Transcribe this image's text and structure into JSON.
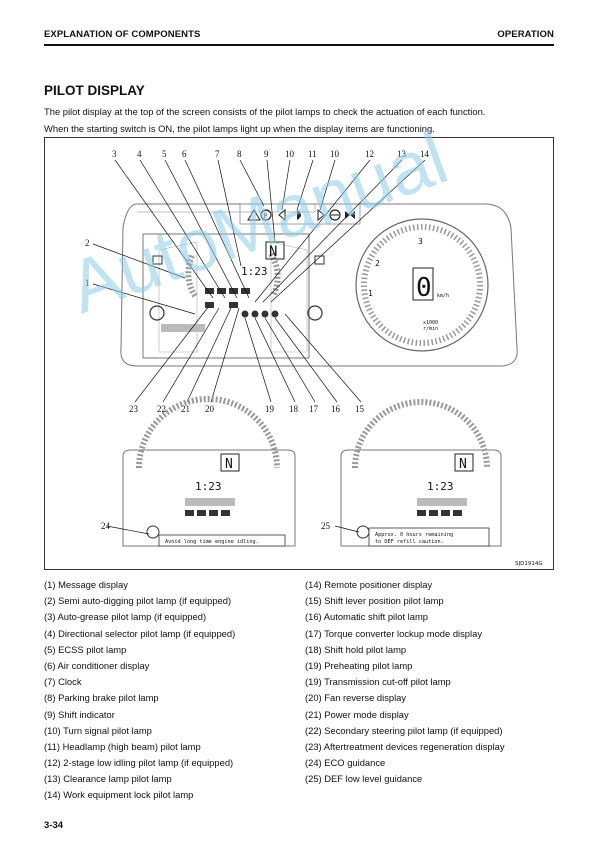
{
  "header": {
    "left": "EXPLANATION OF COMPONENTS",
    "right": "OPERATION"
  },
  "title": "PILOT DISPLAY",
  "intro": [
    "The pilot display at the top of the screen consists of the pilot lamps to check the actuation of each function.",
    "When the starting switch is ON, the pilot lamps light up when the display items are functioning."
  ],
  "figure": {
    "top_callouts": [
      "3",
      "4",
      "5",
      "6",
      "7",
      "8",
      "9",
      "10",
      "11",
      "10",
      "12",
      "13",
      "14"
    ],
    "left_callouts": [
      "2",
      "1"
    ],
    "bottom_callouts": [
      "23",
      "22",
      "21",
      "20",
      "19",
      "18",
      "17",
      "16",
      "15"
    ],
    "sub_callouts": [
      "24",
      "25"
    ],
    "clock": "1:23",
    "sub_clock_left": "1:23",
    "sub_clock_right": "1:23",
    "shift_indicator": "N",
    "speed_digit": "0",
    "speed_unit": "km/h",
    "rpm_scale": "x1000",
    "rpm_unit": "r/min",
    "gauge_labels": [
      "2",
      "3",
      "1"
    ],
    "message_left": "Avoid long time engine idling.",
    "message_right_line1": "Approx. 0 hours remaining",
    "message_right_line2": "to DEF refill caution.",
    "code": "SJD1914G",
    "watermark": "AutoManual"
  },
  "legend_left": [
    "(1) Message display",
    "(2) Semi auto-digging pilot lamp (if equipped)",
    "(3) Auto-grease pilot lamp (if equipped)",
    "(4) Directional selector pilot lamp (if equipped)",
    "(5) ECSS pilot lamp",
    "(6) Air conditioner display",
    "(7) Clock",
    "(8) Parking brake pilot lamp",
    "(9) Shift indicator",
    "(10) Turn signal pilot lamp",
    "(11) Headlamp (high beam) pilot lamp",
    "(12) 2-stage low idling pilot lamp (if equipped)",
    "(13) Clearance lamp pilot lamp",
    "(14) Work equipment lock pilot lamp"
  ],
  "legend_right": [
    "(14) Remote positioner display",
    "(15) Shift lever position pilot lamp",
    "(16) Automatic shift pilot lamp",
    "(17) Torque converter lockup mode display",
    "(18) Shift hold pilot lamp",
    "(19) Preheating pilot lamp",
    "(19) Transmission cut-off pilot lamp",
    "(20) Fan reverse display",
    "(21) Power mode display",
    "(22) Secondary steering pilot lamp (if equipped)",
    "(23) Aftertreatment devices regeneration display",
    "(24) ECO guidance",
    "(25) DEF low level guidance"
  ],
  "page_number": "3-34"
}
